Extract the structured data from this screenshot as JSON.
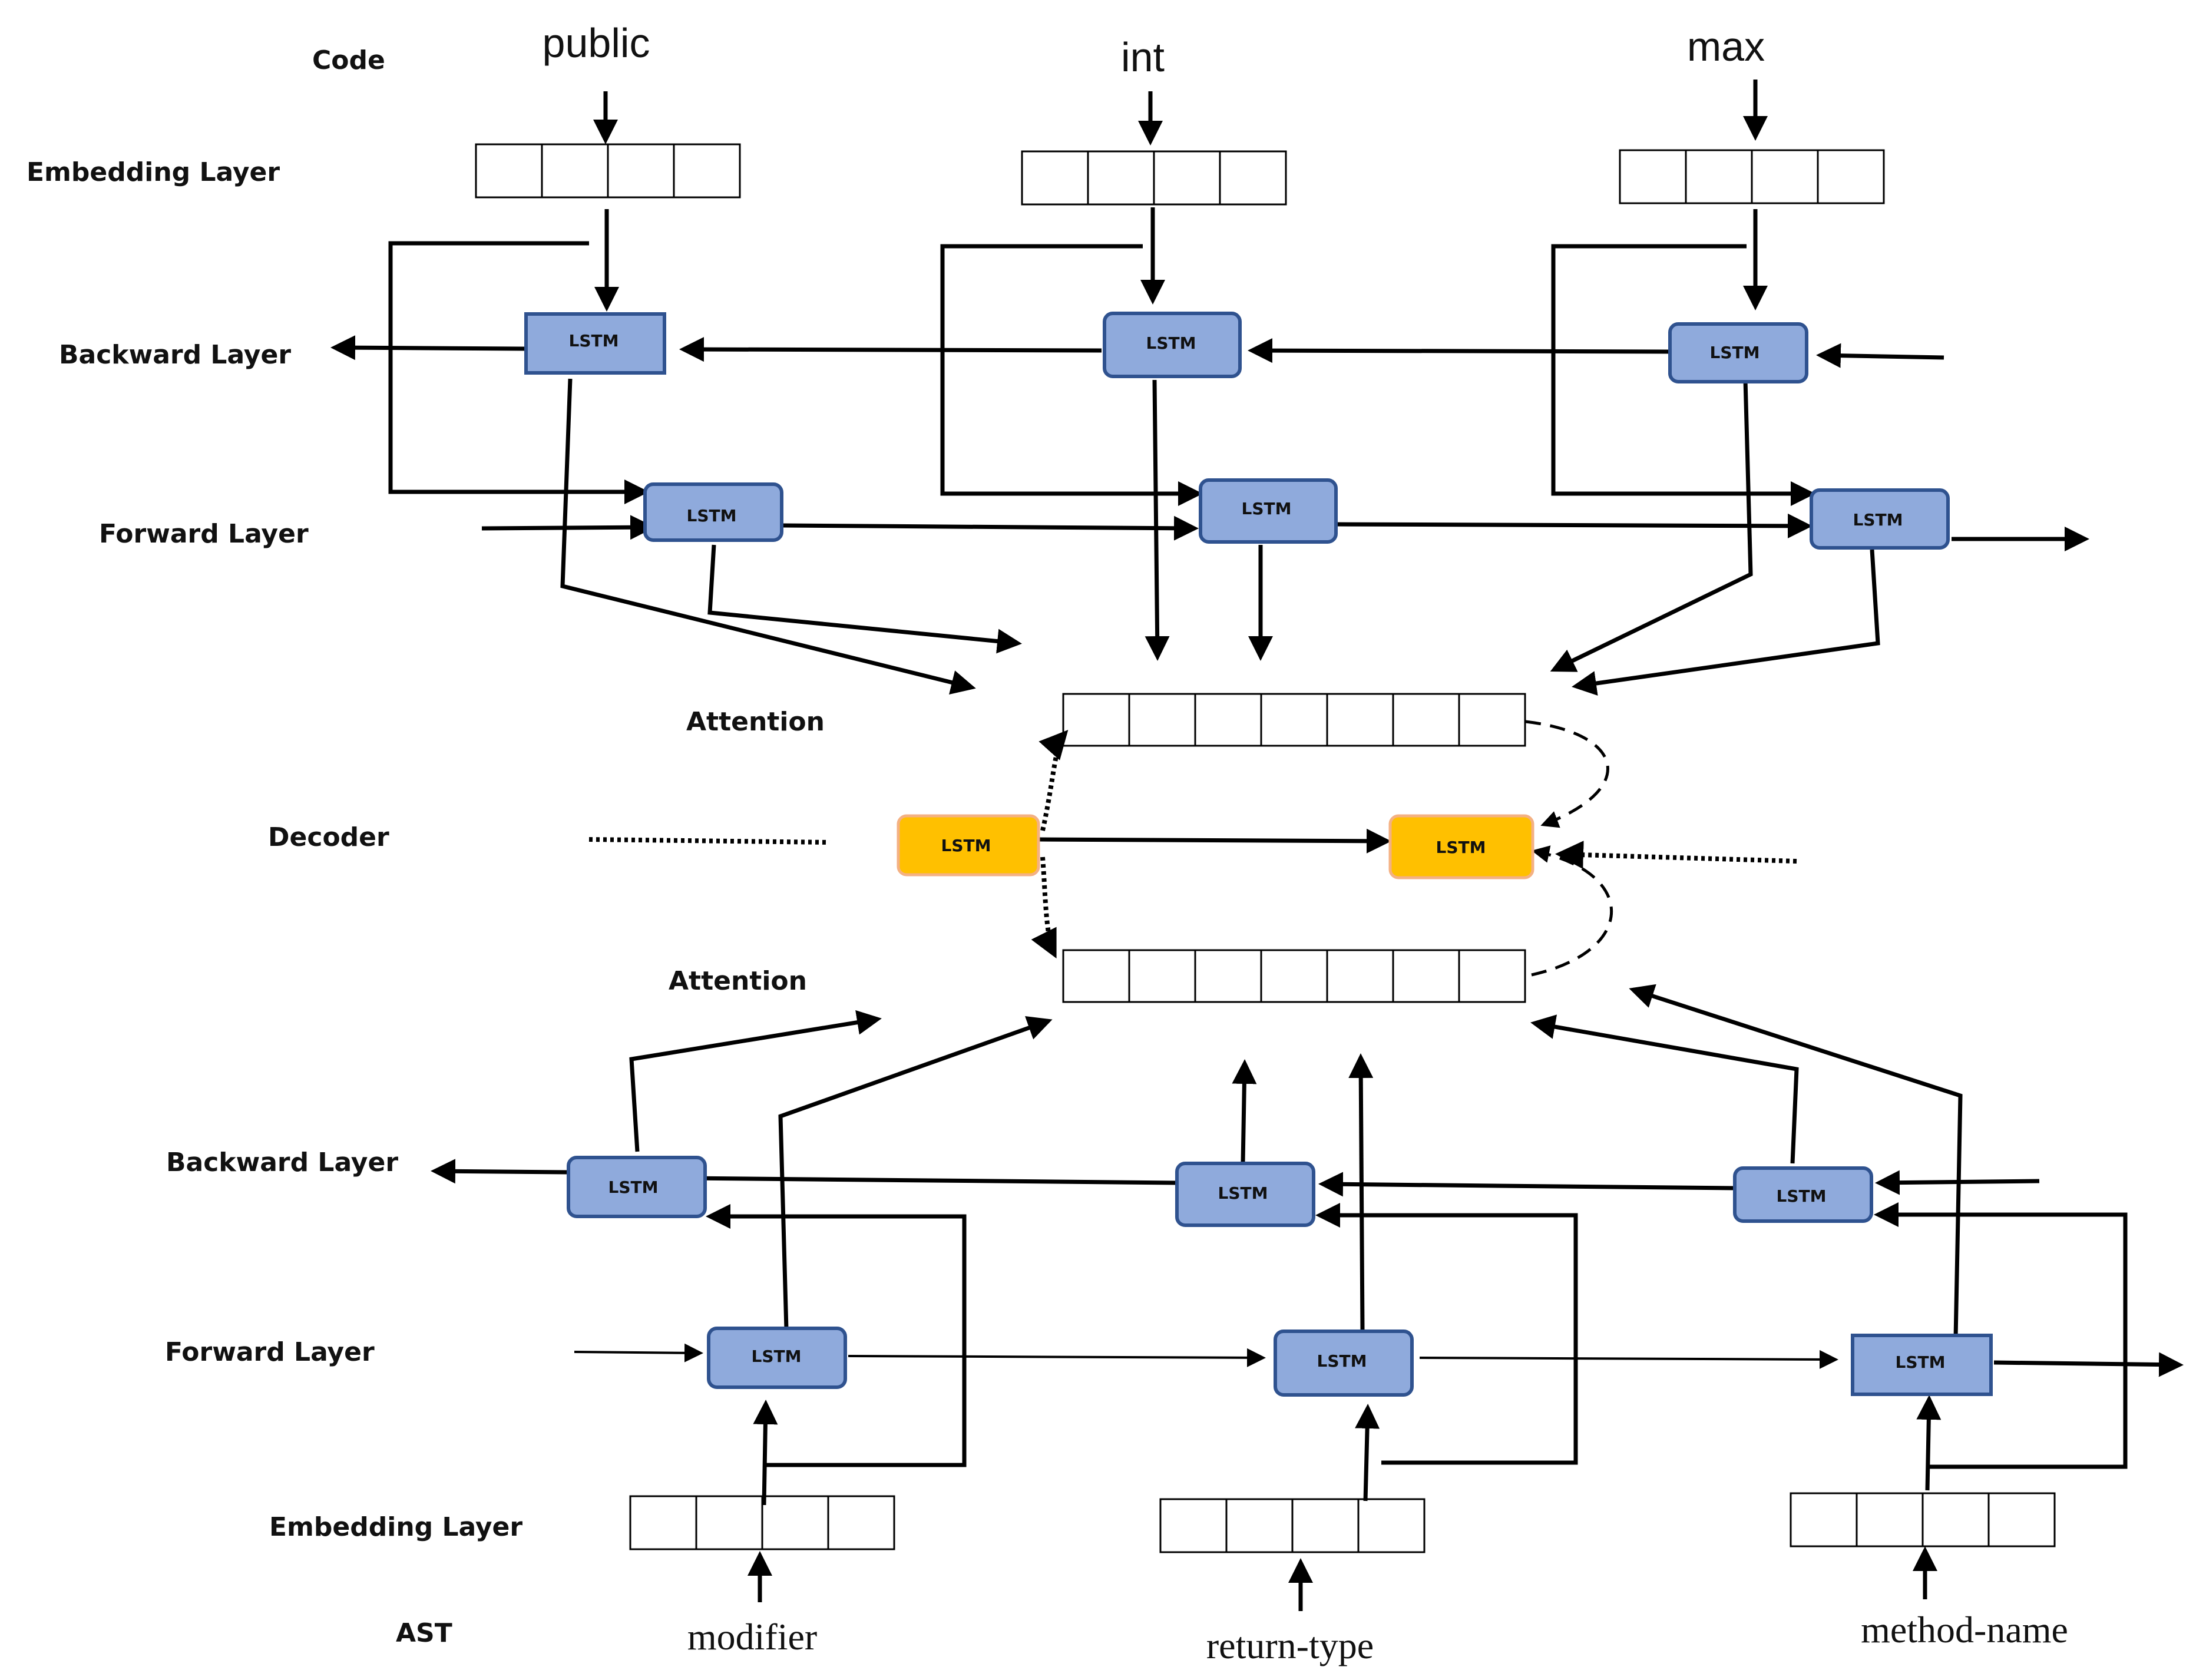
{
  "row_labels": {
    "code": "Code",
    "embedding_top": "Embedding Layer",
    "backward_top": "Backward Layer",
    "forward_top": "Forward Layer",
    "attention_top": "Attention",
    "decoder": "Decoder",
    "attention_bottom": "Attention",
    "backward_bottom": "Backward Layer",
    "forward_bottom": "Forward Layer",
    "embedding_bottom": "Embedding Layer",
    "ast": "AST"
  },
  "code_tokens": [
    "public",
    "int",
    "max"
  ],
  "ast_tokens": [
    "modifier",
    "return-type",
    "method-name"
  ],
  "lstm_label": "LSTM",
  "colors": {
    "encoder_fill": "#8faadc",
    "encoder_border": "#2f528f",
    "decoder_fill": "#ffc000",
    "decoder_border": "#f4b183"
  }
}
